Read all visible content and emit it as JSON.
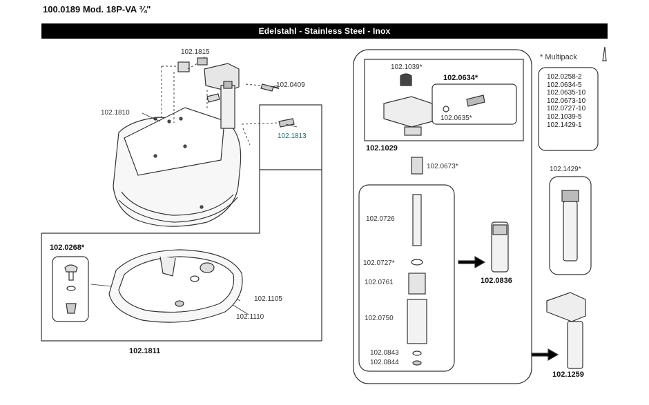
{
  "header": {
    "title": "100.0189 Mod. 18P-VA ¾\"",
    "banner": "Edelstahl - Stainless Steel - Inox"
  },
  "left": {
    "parts": {
      "p1815": "102.1815",
      "p0409": "102.0409",
      "p1810": "102.1810",
      "p1813": "102.1813",
      "p0268": "102.0268*",
      "p1105": "102.1105",
      "p1110": "102.1110",
      "p1811": "102.1811"
    }
  },
  "middle": {
    "top": {
      "p1039": "102.1039*",
      "p0634": "102.0634*",
      "p0635": "102.0635*",
      "p1029": "102.1029",
      "p0673": "102.0673*"
    },
    "cartridge": {
      "p0726": "102.0726",
      "p0727": "102.0727*",
      "p0761": "102.0761",
      "p0750": "102.0750",
      "p0843": "102.0843",
      "p0844": "102.0844"
    },
    "result": "102.0836"
  },
  "right": {
    "multipack_label": "* Multipack",
    "multipack_items": [
      "102.0258-2",
      "102.0634-5",
      "102.0635-10",
      "102.0673-10",
      "102.0727-10",
      "102.1039-5",
      "102.1429-1"
    ],
    "p1429": "102.1429*",
    "p1259": "102.1259"
  }
}
